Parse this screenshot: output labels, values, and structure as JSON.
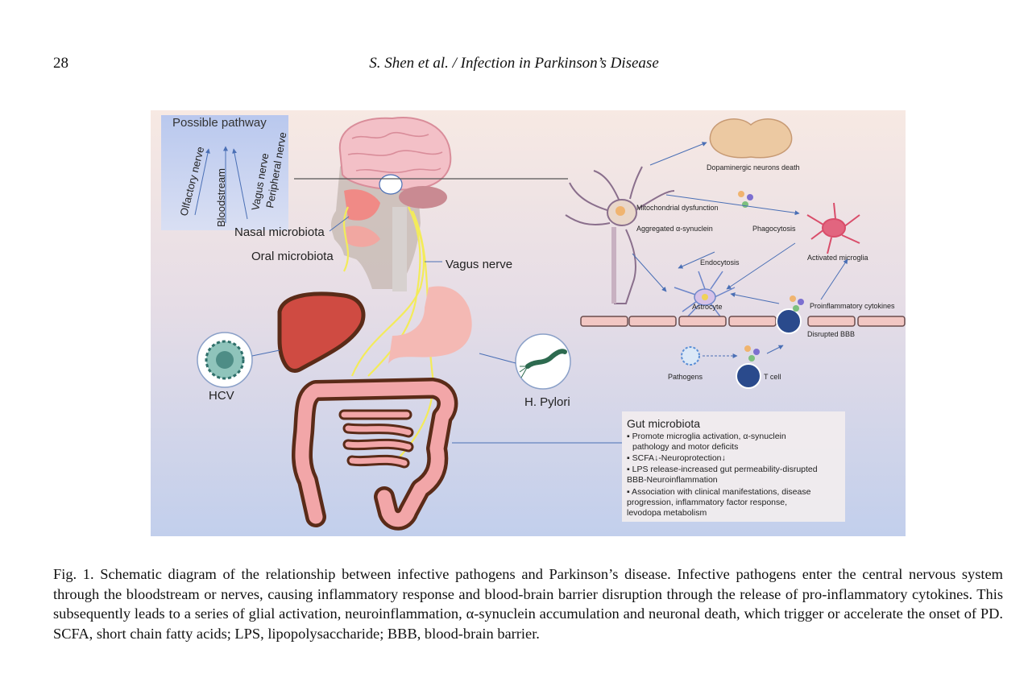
{
  "header": {
    "page_number": "28",
    "running_title": "S. Shen et al. / Infection in Parkinson’s Disease"
  },
  "figure": {
    "pathway": {
      "title": "Possible pathway",
      "items": [
        "Olfactory nerve",
        "Bloodstream",
        "Vagus nerve",
        "Peripheral nerve"
      ]
    },
    "labels": {
      "nasal": "Nasal microbiota",
      "oral": "Oral microbiota",
      "vagus": "Vagus nerve",
      "hcv": "HCV",
      "hpylori": "H. Pylori",
      "dopaminergic": "Dopaminergic neurons death",
      "mito": "Mitochondrial dysfunction",
      "aggregated": "Aggregated α-synuclein",
      "phagocytosis": "Phagocytosis",
      "activated_microglia": "Activated microglia",
      "endocytosis": "Endocytosis",
      "astrocyte": "Astrocyte",
      "proinflammatory": "Proinflammatory cytokines",
      "disrupted_bbb": "Disrupted BBB",
      "pathogens": "Pathogens",
      "tcell": "T cell"
    },
    "gut_box": {
      "title": "Gut microbiota",
      "bullets": [
        [
          "▪ Promote microglia activation, α-synuclein",
          "  pathology and motor deficits"
        ],
        [
          "▪ SCFA↓-Neuroprotection↓"
        ],
        [
          "▪ LPS release-increased gut permeability-disrupted",
          "BBB-Neuroinflammation"
        ],
        [
          "▪ Association with clinical manifestations, disease",
          "progression, inflammatory factor response,",
          "levodopa metabolism"
        ]
      ]
    },
    "colors": {
      "background_top": "#f6e8e3",
      "background_bottom": "#c3d0ec",
      "liver": "#cf4b42",
      "intestine_outline": "#5a2b18",
      "intestine_fill": "#f2a6a8",
      "nerve": "#f3eb5a",
      "neuron": "#8a6f8c",
      "microglia": "#d94d6a",
      "astrocyte": "#6d86c9"
    }
  },
  "caption": "Fig. 1. Schematic diagram of the relationship between infective pathogens and Parkinson’s disease. Infective pathogens enter the central nervous system through the bloodstream or nerves, causing inflammatory response and blood-brain barrier disruption through the release of pro-inflammatory cytokines. This subsequently leads to a series of glial activation, neuroinflammation, α-synuclein accumulation and neuronal death, which trigger or accelerate the onset of PD. SCFA, short chain fatty acids; LPS, lipopolysaccharide; BBB, blood-brain barrier."
}
